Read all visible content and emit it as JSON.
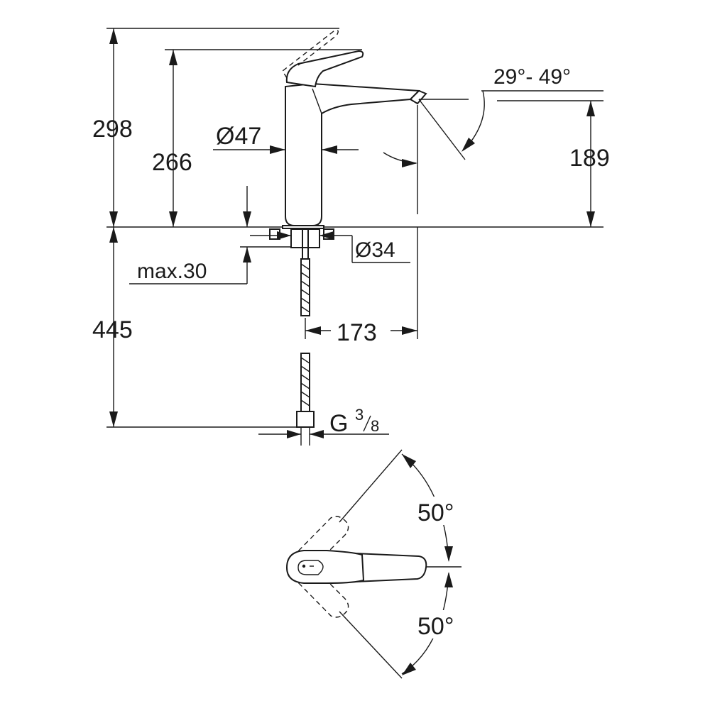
{
  "drawing": {
    "dimensions": {
      "total_height": "298",
      "spout_height": "266",
      "body_diameter": "Ø47",
      "tilt_range": "29°- 49°",
      "outlet_height": "189",
      "hole_diameter": "Ø34",
      "max_counter_thickness": "max.30",
      "hose_length": "445",
      "spout_reach": "173",
      "thread_prefix": "G",
      "thread_num": "3",
      "thread_den": "8",
      "swivel_left": "50°",
      "swivel_right": "50°"
    }
  }
}
